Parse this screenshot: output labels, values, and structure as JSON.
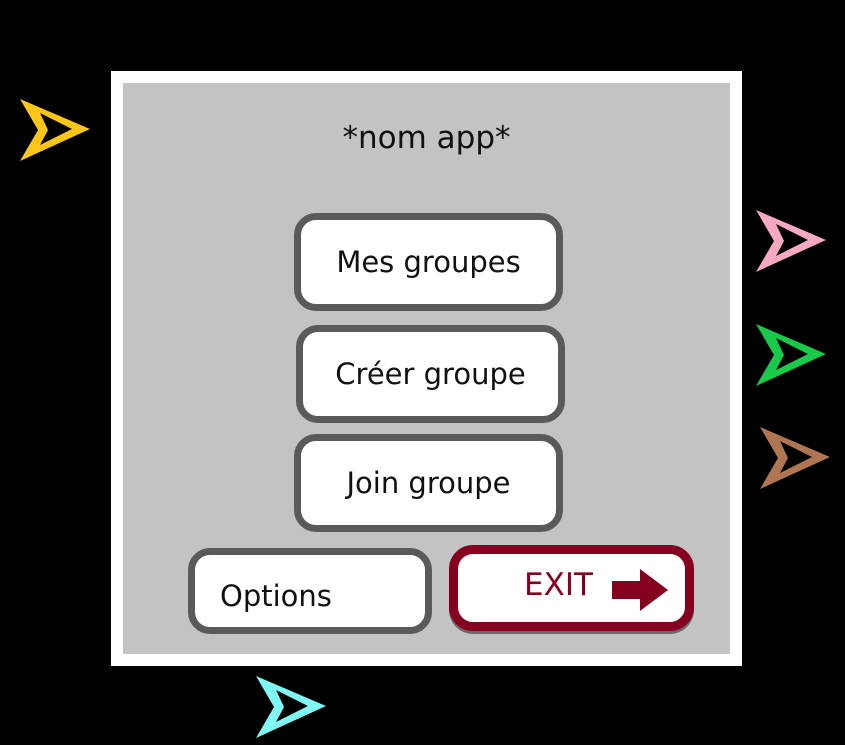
{
  "app": {
    "title": "*nom app*"
  },
  "menu": {
    "mes_groupes_label": "Mes groupes",
    "creer_groupe_label": "Créer groupe",
    "join_groupe_label": "Join groupe",
    "options_label": "Options",
    "exit_label": "EXIT"
  },
  "colors": {
    "panel_background": "#c3c3c3",
    "frame_border": "#ffffff",
    "button_border": "#5a5a5a",
    "exit_accent": "#86001f",
    "pointer_yellow": "#ffc61a",
    "pointer_pink": "#f7a9c0",
    "pointer_green": "#19c94a",
    "pointer_brown": "#b07653",
    "pointer_cyan": "#7ff7f4"
  },
  "icons": {
    "exit": "right-arrow-icon",
    "pointers": [
      "arrow-pointer-icon"
    ]
  }
}
